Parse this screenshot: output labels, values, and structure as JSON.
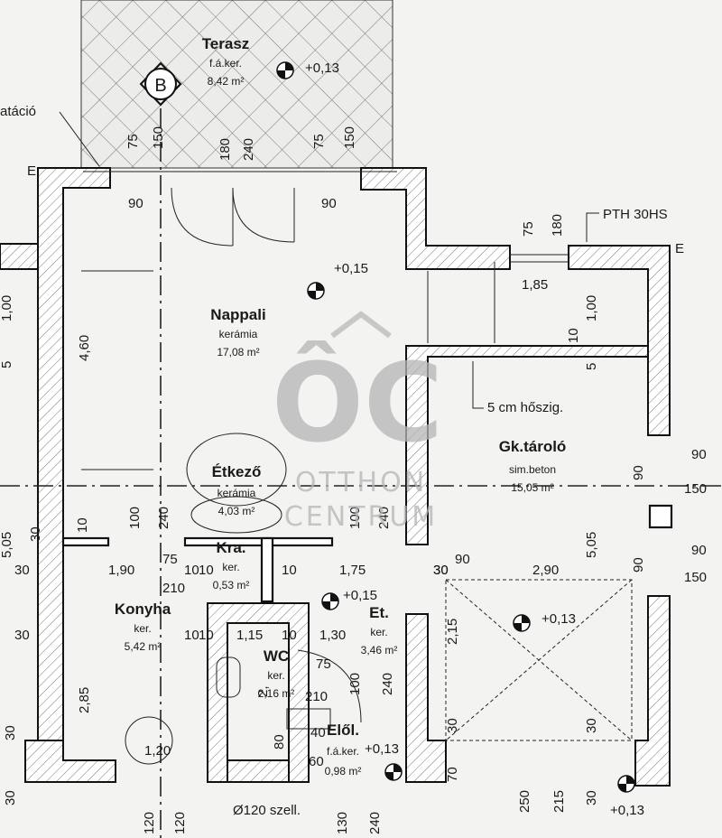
{
  "section_marker": "B",
  "rooms": {
    "terasz": {
      "name": "Terasz",
      "floor": "f.á.ker.",
      "area": "8,42 m²"
    },
    "nappali": {
      "name": "Nappali",
      "floor": "kerámia",
      "area": "17,08 m²"
    },
    "etkezo": {
      "name": "Étkező",
      "floor": "kerámia",
      "area": "4,03 m²"
    },
    "kra": {
      "name": "Kra.",
      "floor": "ker.",
      "area": "0,53 m²"
    },
    "konyha": {
      "name": "Konyha",
      "floor": "ker.",
      "area": "5,42 m²"
    },
    "wc": {
      "name": "WC",
      "floor": "ker.",
      "area": "2,16 m²"
    },
    "et": {
      "name": "Et.",
      "floor": "ker.",
      "area": "3,46 m²"
    },
    "elol": {
      "name": "Elől.",
      "floor": "f.á.ker.",
      "area": "0,98 m²"
    },
    "gktarolo": {
      "name": "Gk.tároló",
      "floor": "sim.beton",
      "area": "15,05 m²"
    }
  },
  "levels": [
    "+0,13",
    "+0,15",
    "+0,15",
    "+0,13",
    "+0,13",
    "+0,13"
  ],
  "notes": {
    "izolacio": "atáció",
    "pth": "PTH 30HS",
    "hoszig": "5 cm hőszig.",
    "szell": "Ø120 szell.",
    "e1": "E",
    "e2": "E"
  },
  "dims_top": [
    "75",
    "150",
    "180",
    "240",
    "75",
    "150"
  ],
  "dims_h": [
    "90",
    "90",
    "1,85",
    "1,90",
    "75",
    "10",
    "10",
    "1,75",
    "30",
    "90",
    "2,90",
    "210",
    "10",
    "1,15",
    "10",
    "1,30",
    "75",
    "1,20",
    "30",
    "30",
    "90",
    "150",
    "90",
    "150",
    "40",
    "60",
    "10",
    "10",
    "30",
    "210"
  ],
  "dims_v": [
    "4,60",
    "1,00",
    "5",
    "1,00",
    "10",
    "5",
    "100",
    "240",
    "100",
    "240",
    "5,05",
    "10",
    "5,05",
    "2,85",
    "2,15",
    "240",
    "100",
    "2,",
    "80",
    "30",
    "30",
    "30",
    "30",
    "70",
    "250",
    "215",
    "30",
    "120",
    "120",
    "130",
    "240",
    "75",
    "180",
    "90",
    "90",
    "30"
  ],
  "watermark": {
    "line1": "OTTHON",
    "line2": "CENTRUM"
  }
}
